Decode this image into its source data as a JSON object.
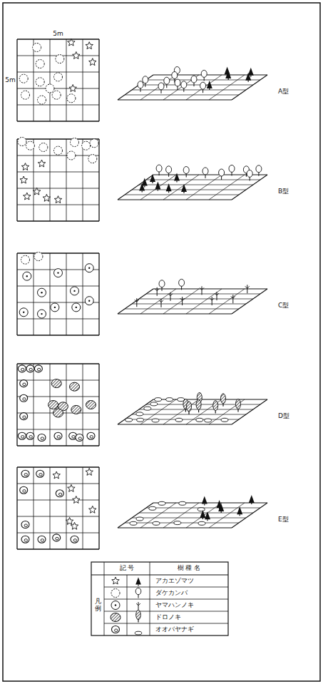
{
  "diagram": {
    "labels": [
      "5m",
      "5m",
      "A型",
      "B型",
      "C型",
      "D型",
      "E型",
      "記 号",
      "樹 種 名",
      "凡例"
    ],
    "legend": [
      {
        "text": "アカエゾマツ"
      },
      {
        "text": "ダケカンバ"
      },
      {
        "text": "ヤマハンノキ"
      },
      {
        "text": "ドロノキ"
      },
      {
        "text": "オオバヤナギ"
      }
    ]
  }
}
